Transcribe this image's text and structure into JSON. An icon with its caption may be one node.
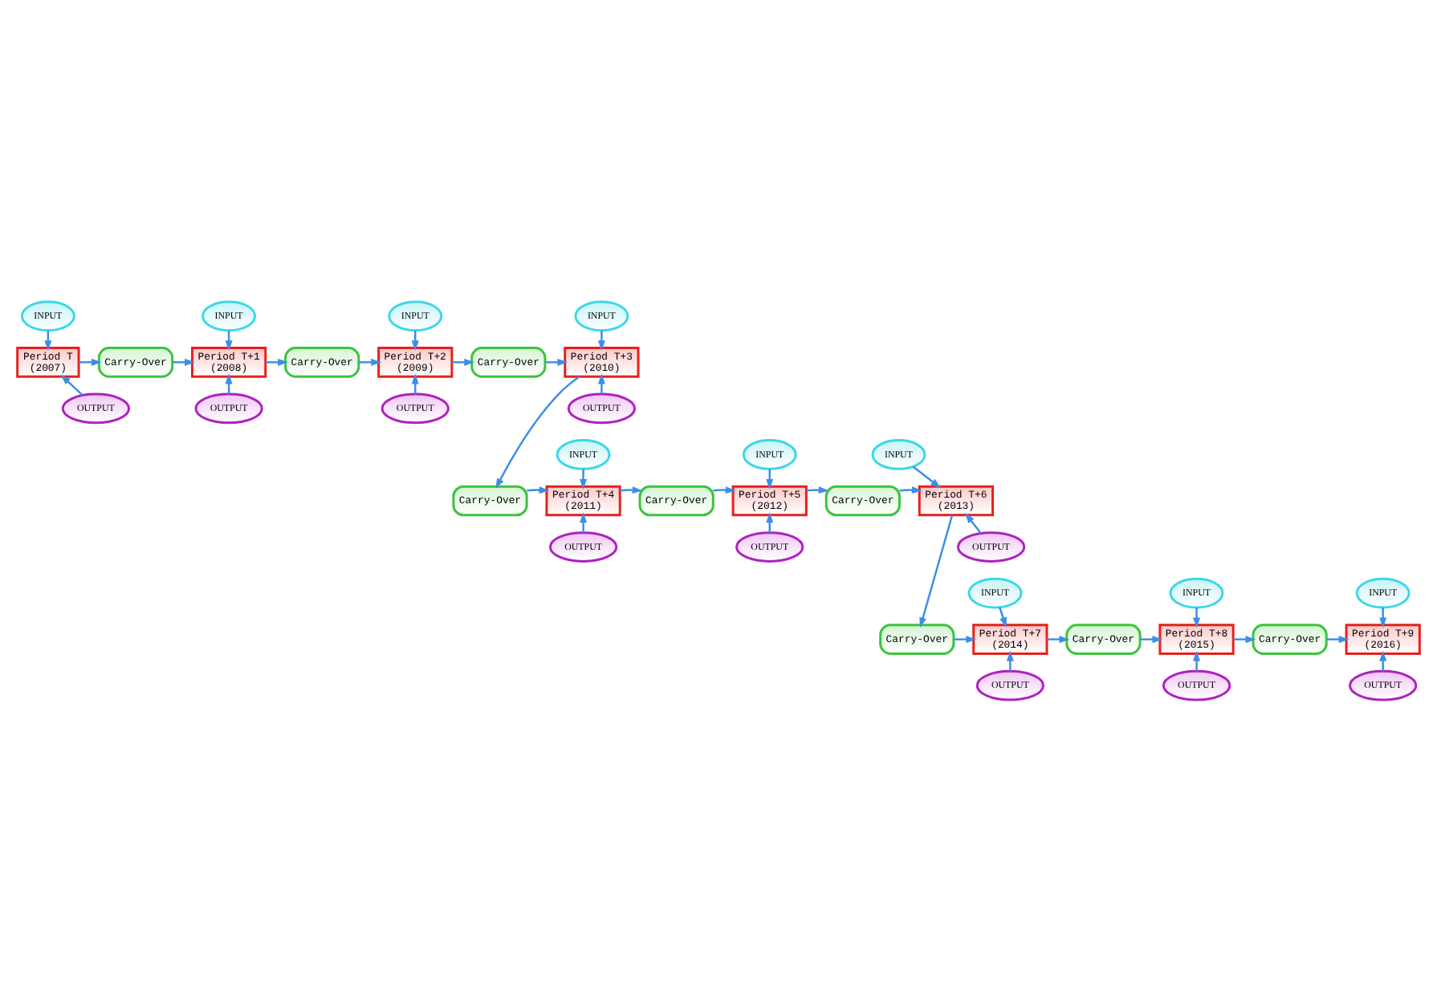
{
  "diagram": {
    "nodes": [
      {
        "text": [
          "INPUT"
        ]
      },
      {
        "text": [
          "INPUT"
        ]
      },
      {
        "text": [
          "INPUT"
        ]
      },
      {
        "text": [
          "INPUT"
        ]
      },
      {
        "text": [
          "Period T",
          "(2007)"
        ]
      },
      {
        "text": [
          "Carry-Over"
        ]
      },
      {
        "text": [
          "Period T+1",
          "(2008)"
        ]
      },
      {
        "text": [
          "Carry-Over"
        ]
      },
      {
        "text": [
          "Period T+2",
          "(2009)"
        ]
      },
      {
        "text": [
          "Carry-Over"
        ]
      },
      {
        "text": [
          "Period T+3",
          "(2010)"
        ]
      },
      {
        "text": [
          "OUTPUT"
        ]
      },
      {
        "text": [
          "OUTPUT"
        ]
      },
      {
        "text": [
          "OUTPUT"
        ]
      },
      {
        "text": [
          "OUTPUT"
        ]
      },
      {
        "text": [
          "INPUT"
        ]
      },
      {
        "text": [
          "INPUT"
        ]
      },
      {
        "text": [
          "INPUT"
        ]
      },
      {
        "text": [
          "Period T+6",
          "(2013)"
        ]
      },
      {
        "text": [
          "Carry-Over"
        ]
      },
      {
        "text": [
          "Period T+5",
          "(2012)"
        ]
      },
      {
        "text": [
          "Carry-Over"
        ]
      },
      {
        "text": [
          "Period T+4",
          "(2011)"
        ]
      },
      {
        "text": [
          "Carry-Over"
        ]
      },
      {
        "text": [
          "OUTPUT"
        ]
      },
      {
        "text": [
          "OUTPUT"
        ]
      },
      {
        "text": [
          "OUTPUT"
        ]
      },
      {
        "text": [
          "INPUT"
        ]
      },
      {
        "text": [
          "INPUT"
        ]
      },
      {
        "text": [
          "INPUT"
        ]
      },
      {
        "text": [
          "Carry-Over"
        ]
      },
      {
        "text": [
          "Period T+7",
          "(2014)"
        ]
      },
      {
        "text": [
          "Carry-Over"
        ]
      },
      {
        "text": [
          "Period T+8",
          "(2015)"
        ]
      },
      {
        "text": [
          "Carry-Over"
        ]
      },
      {
        "text": [
          "Period T+9",
          "(2016)"
        ]
      },
      {
        "text": [
          "OUTPUT"
        ]
      },
      {
        "text": [
          "OUTPUT"
        ]
      },
      {
        "text": [
          "OUTPUT"
        ]
      }
    ],
    "edges": [
      {
        "from": 0,
        "to": 4,
        "arrow": "to"
      },
      {
        "from": 11,
        "to": 4,
        "arrow": "to"
      },
      {
        "from": 4,
        "to": 5,
        "arrow": "to"
      },
      {
        "from": 5,
        "to": 6,
        "arrow": "to"
      },
      {
        "from": 1,
        "to": 6,
        "arrow": "to"
      },
      {
        "from": 12,
        "to": 6,
        "arrow": "to"
      },
      {
        "from": 6,
        "to": 7,
        "arrow": "to"
      },
      {
        "from": 7,
        "to": 8,
        "arrow": "to"
      },
      {
        "from": 2,
        "to": 8,
        "arrow": "to"
      },
      {
        "from": 13,
        "to": 8,
        "arrow": "to"
      },
      {
        "from": 8,
        "to": 9,
        "arrow": "to"
      },
      {
        "from": 9,
        "to": 10,
        "arrow": "to"
      },
      {
        "from": 3,
        "to": 10,
        "arrow": "to"
      },
      {
        "from": 14,
        "to": 10,
        "arrow": "to"
      },
      {
        "from": 10,
        "to": 23,
        "arrow": "to"
      },
      {
        "from": 23,
        "to": 22,
        "arrow": "to"
      },
      {
        "from": 17,
        "to": 22,
        "arrow": "to"
      },
      {
        "from": 26,
        "to": 22,
        "arrow": "to"
      },
      {
        "from": 22,
        "to": 21,
        "arrow": "to"
      },
      {
        "from": 21,
        "to": 20,
        "arrow": "to"
      },
      {
        "from": 16,
        "to": 20,
        "arrow": "to"
      },
      {
        "from": 25,
        "to": 20,
        "arrow": "to"
      },
      {
        "from": 20,
        "to": 19,
        "arrow": "to"
      },
      {
        "from": 19,
        "to": 18,
        "arrow": "to"
      },
      {
        "from": 15,
        "to": 18,
        "arrow": "to"
      },
      {
        "from": 24,
        "to": 18,
        "arrow": "to"
      },
      {
        "from": 18,
        "to": 30,
        "arrow": "to"
      },
      {
        "from": 30,
        "to": 31,
        "arrow": "to"
      },
      {
        "from": 27,
        "to": 31,
        "arrow": "to"
      },
      {
        "from": 36,
        "to": 31,
        "arrow": "to"
      },
      {
        "from": 31,
        "to": 32,
        "arrow": "to"
      },
      {
        "from": 32,
        "to": 33,
        "arrow": "to"
      },
      {
        "from": 28,
        "to": 33,
        "arrow": "to"
      },
      {
        "from": 37,
        "to": 33,
        "arrow": "to"
      },
      {
        "from": 33,
        "to": 34,
        "arrow": "to"
      },
      {
        "from": 34,
        "to": 35,
        "arrow": "to"
      },
      {
        "from": 29,
        "to": 35,
        "arrow": "to"
      },
      {
        "from": 38,
        "to": 35,
        "arrow": "to"
      }
    ]
  }
}
